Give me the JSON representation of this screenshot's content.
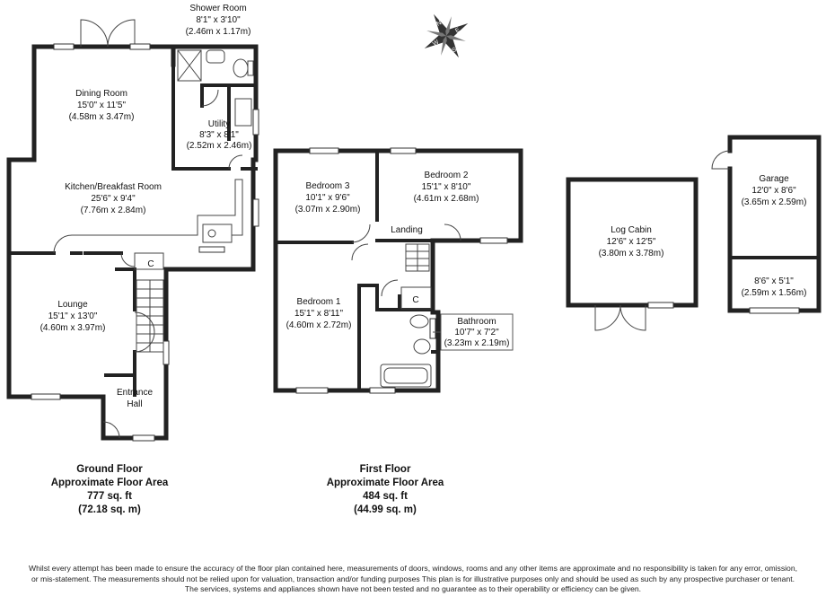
{
  "rooms": {
    "shower_room": {
      "name": "Shower Room",
      "imperial": "8'1\" x 3'10\"",
      "metric": "(2.46m x 1.17m)"
    },
    "dining_room": {
      "name": "Dining Room",
      "imperial": "15'0\" x 11'5\"",
      "metric": "(4.58m x 3.47m)"
    },
    "utility": {
      "name": "Utility",
      "imperial": "8'3\" x 8'1\"",
      "metric": "(2.52m x 2.46m)"
    },
    "kitchen": {
      "name": "Kitchen/Breakfast Room",
      "imperial": "25'6\" x 9'4\"",
      "metric": "(7.76m x 2.84m)"
    },
    "lounge": {
      "name": "Lounge",
      "imperial": "15'1\" x 13'0\"",
      "metric": "(4.60m x 3.97m)"
    },
    "entrance_hall": {
      "name_line1": "Entrance",
      "name_line2": "Hall"
    },
    "bedroom3": {
      "name": "Bedroom 3",
      "imperial": "10'1\" x 9'6\"",
      "metric": "(3.07m x 2.90m)"
    },
    "bedroom2": {
      "name": "Bedroom 2",
      "imperial": "15'1\" x 8'10\"",
      "metric": "(4.61m x 2.68m)"
    },
    "landing": {
      "name": "Landing"
    },
    "bedroom1": {
      "name": "Bedroom 1",
      "imperial": "15'1\" x 8'11\"",
      "metric": "(4.60m x 2.72m)"
    },
    "bathroom": {
      "name": "Bathroom",
      "imperial": "10'7\" x 7'2\"",
      "metric": "(3.23m x 2.19m)"
    },
    "log_cabin": {
      "name": "Log Cabin",
      "imperial": "12'6\" x 12'5\"",
      "metric": "(3.80m x 3.78m)"
    },
    "garage": {
      "name": "Garage",
      "imperial": "12'0\" x 8'6\"",
      "metric": "(3.65m x 2.59m)"
    },
    "garage_store": {
      "imperial": "8'6\" x 5'1\"",
      "metric": "(2.59m x 1.56m)"
    }
  },
  "cupboard_marks": {
    "ground": "C",
    "first": "C"
  },
  "compass_letters": {
    "n": "N",
    "s": "S",
    "e": "E",
    "w": "W"
  },
  "ground_floor": {
    "line1": "Ground Floor",
    "line2": "Approximate Floor Area",
    "line3": "777 sq. ft",
    "line4": "(72.18 sq. m)"
  },
  "first_floor": {
    "line1": "First Floor",
    "line2": "Approximate Floor Area",
    "line3": "484 sq. ft",
    "line4": "(44.99 sq. m)"
  },
  "disclaimer": {
    "line1": "Whilst every attempt has been made to ensure the accuracy of the floor plan contained here, measurements of doors, windows, rooms and any other items are approximate and no responsibility is taken for any error, omission,",
    "line2": "or mis-statement. The measurements should not be relied upon for valuation, transaction and/or funding purposes This plan is for illustrative purposes only and should be used as such by any prospective purchaser or tenant.",
    "line3": "The services, systems and appliances shown have not been tested and no guarantee as to their operability or efficiency can be given."
  }
}
